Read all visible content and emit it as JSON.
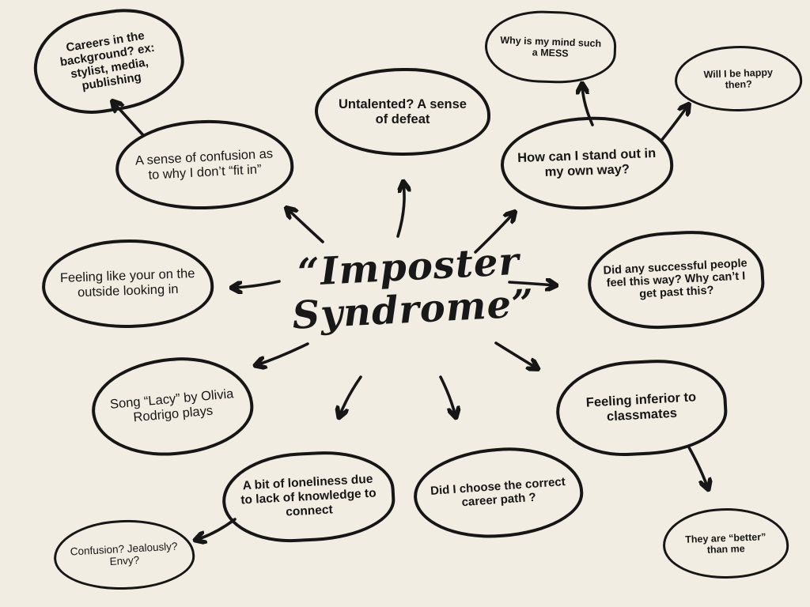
{
  "background_color": "#f2ede3",
  "ink_color": "#161616",
  "title": {
    "text": "“Imposter Syndrome”",
    "line1": "“Imposter",
    "line2": "Syndrome”"
  },
  "nodes": {
    "careers": {
      "label": "Careers in the background? ex: stylist, media, publishing"
    },
    "confusion_fit": {
      "label": "A sense of confusion as to why I don’t “fit in”"
    },
    "untalented": {
      "label": "Untalented? A sense of defeat"
    },
    "mind_mess": {
      "label": "Why is my mind such a MESS"
    },
    "happy_then": {
      "label": "Will I be happy then?"
    },
    "stand_out": {
      "label": "How can I stand out in my own way?"
    },
    "successful": {
      "label": "Did any successful people feel this way? Why can’t I get past this?"
    },
    "outside": {
      "label": "Feeling like your on the outside looking in"
    },
    "lacy": {
      "label": "Song “Lacy” by Olivia Rodrigo plays"
    },
    "loneliness": {
      "label": "A bit of loneliness due to lack of knowledge to connect"
    },
    "jealousy": {
      "label": "Confusion? Jealously? Envy?"
    },
    "career_path": {
      "label": "Did I choose the correct career path ?"
    },
    "inferior": {
      "label": "Feeling inferior to classmates"
    },
    "better": {
      "label": "They are “better” than me"
    }
  },
  "edges": [
    {
      "from": "center",
      "to": "untalented"
    },
    {
      "from": "center",
      "to": "confusion_fit"
    },
    {
      "from": "center",
      "to": "stand_out"
    },
    {
      "from": "center",
      "to": "outside"
    },
    {
      "from": "center",
      "to": "successful"
    },
    {
      "from": "center",
      "to": "lacy"
    },
    {
      "from": "center",
      "to": "loneliness"
    },
    {
      "from": "center",
      "to": "career_path"
    },
    {
      "from": "center",
      "to": "inferior"
    },
    {
      "from": "confusion_fit",
      "to": "careers"
    },
    {
      "from": "stand_out",
      "to": "mind_mess"
    },
    {
      "from": "stand_out",
      "to": "happy_then"
    },
    {
      "from": "loneliness",
      "to": "jealousy"
    },
    {
      "from": "inferior",
      "to": "better"
    }
  ]
}
